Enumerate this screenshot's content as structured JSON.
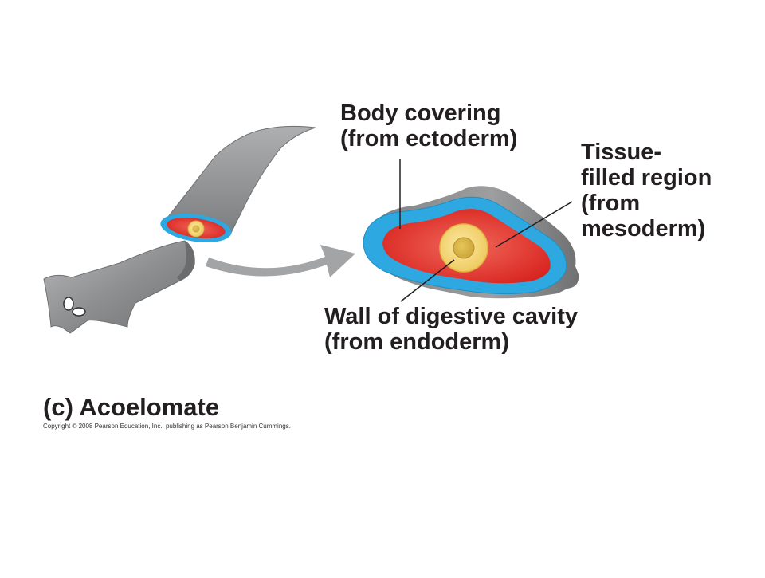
{
  "labels": {
    "body_covering": [
      "Body covering",
      "(from ectoderm)"
    ],
    "tissue_filled": [
      "Tissue-",
      "filled region",
      "(from",
      "mesoderm)"
    ],
    "digestive_wall": [
      "Wall of digestive cavity",
      "(from endoderm)"
    ]
  },
  "caption": "(c) Acoelomate",
  "copyright": "Copyright © 2008 Pearson Education, Inc., publishing as Pearson Benjamin Cummings.",
  "colors": {
    "ectoderm": "#2ea8e0",
    "mesoderm": "#e8312a",
    "endoderm": "#f4d97a",
    "body_gray": "#8a8b8d",
    "arrow_gray": "#9c9d9f",
    "text": "#231f20"
  }
}
